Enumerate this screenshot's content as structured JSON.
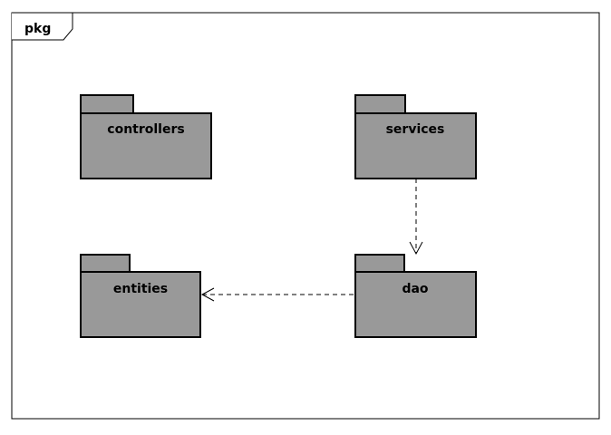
{
  "frame": {
    "label": "pkg"
  },
  "packages": [
    {
      "id": "controllers",
      "label": "controllers"
    },
    {
      "id": "services",
      "label": "services"
    },
    {
      "id": "entities",
      "label": "entities"
    },
    {
      "id": "dao",
      "label": "dao"
    }
  ],
  "dependencies": [
    {
      "from": "services",
      "to": "dao",
      "style": "dashed-open-arrow"
    },
    {
      "from": "dao",
      "to": "entities",
      "style": "dashed-open-arrow"
    }
  ],
  "colors": {
    "package_fill": "#999999",
    "stroke": "#000000",
    "background": "#ffffff"
  }
}
